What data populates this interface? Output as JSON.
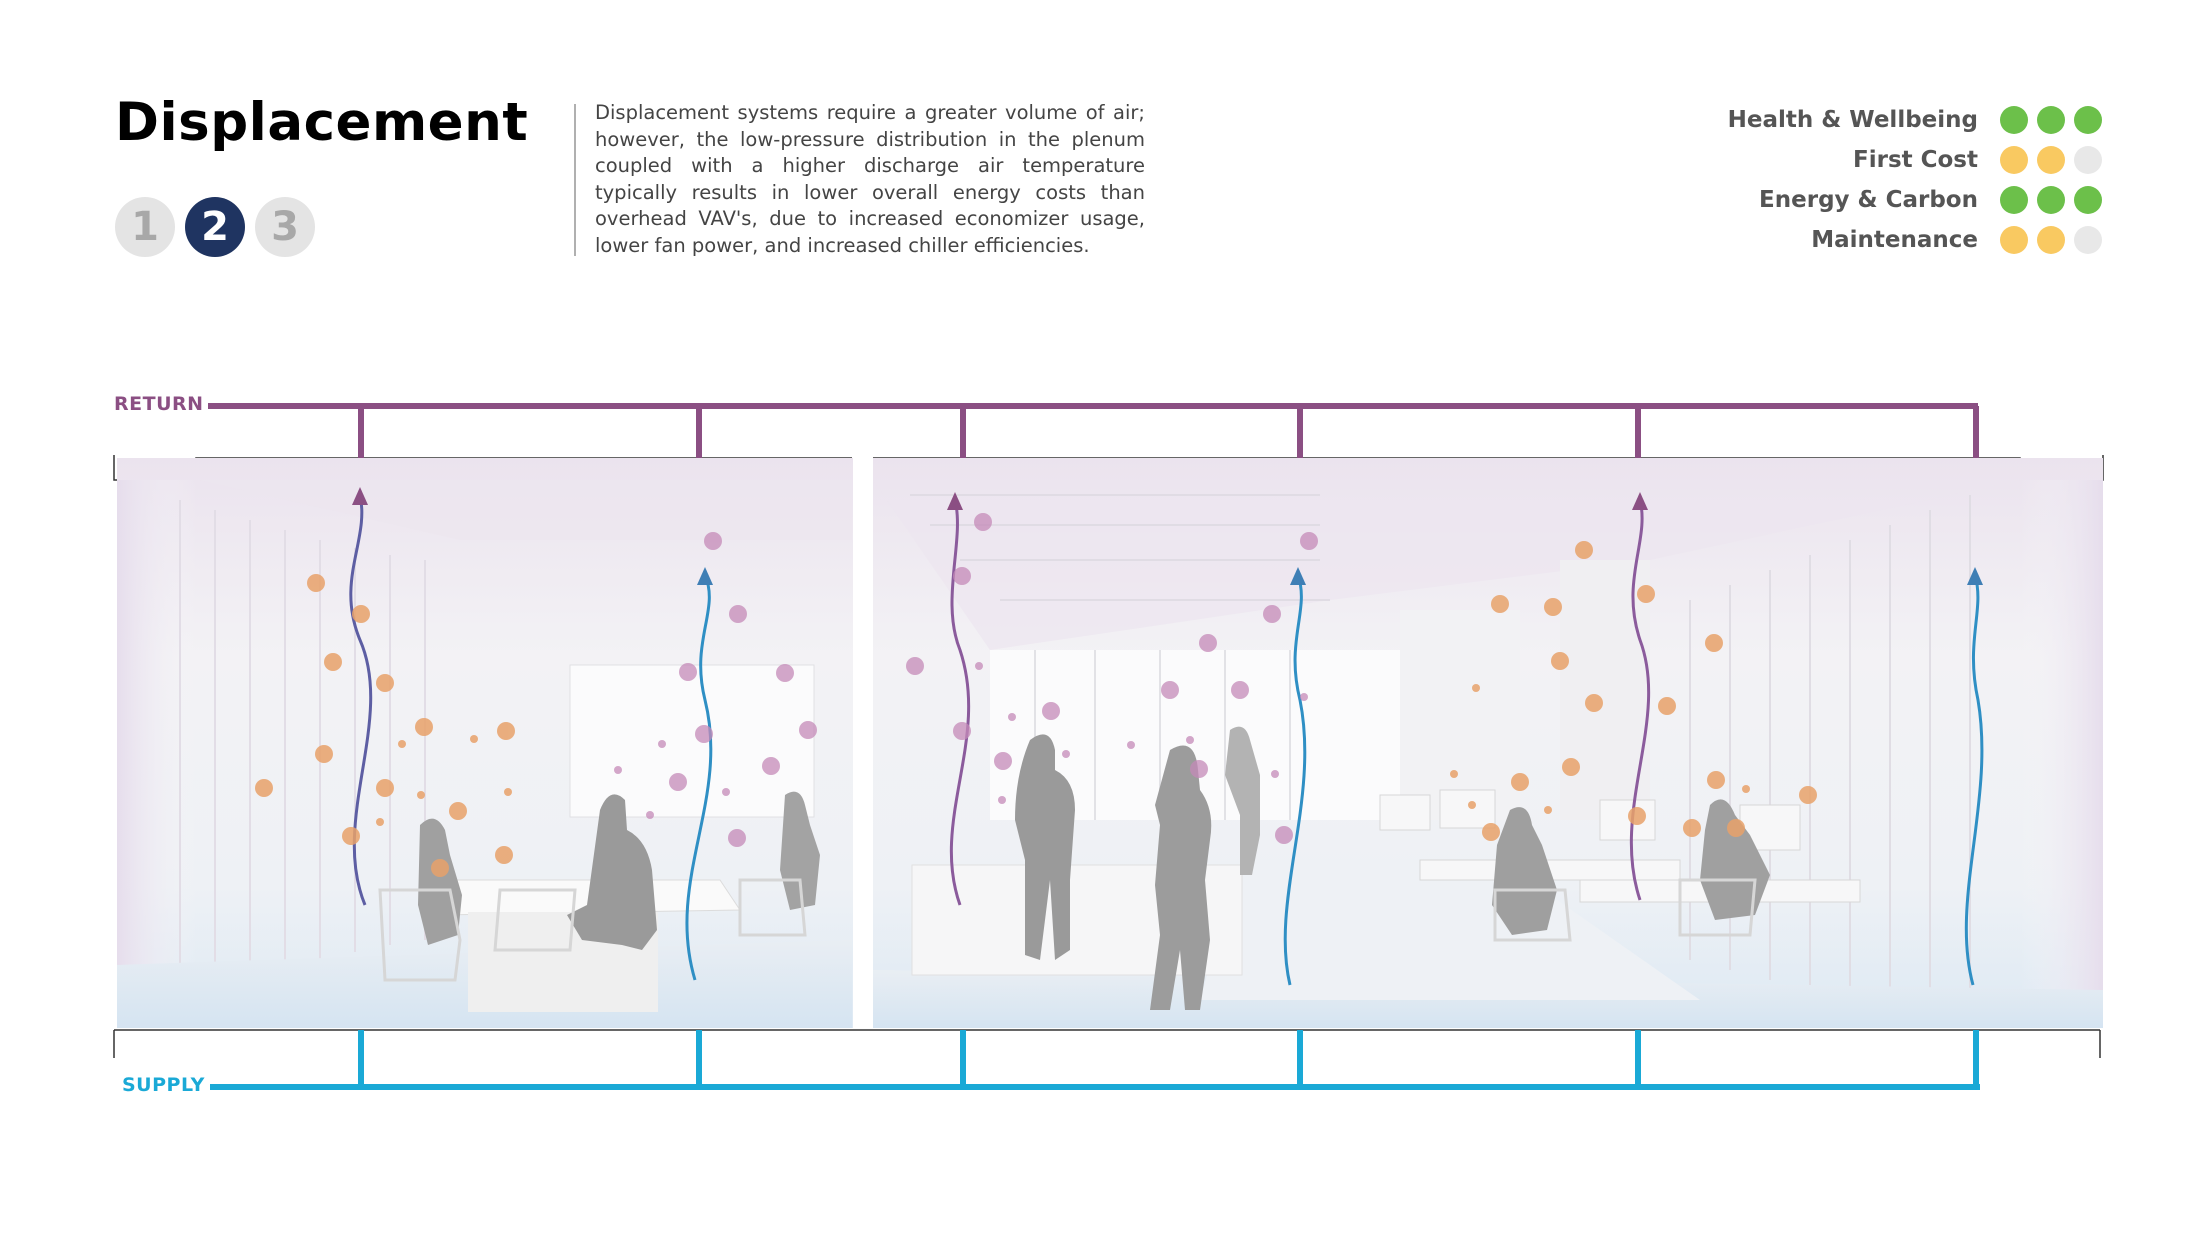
{
  "header": {
    "title": "Displacement",
    "steps": [
      {
        "label": "1",
        "active": false
      },
      {
        "label": "2",
        "active": true
      },
      {
        "label": "3",
        "active": false
      }
    ],
    "description": "Displacement systems require a greater volume of air; however, the low-pressure distribution in the plenum coupled with a higher discharge air temperature typically results in lower overall energy costs than overhead VAV's, due to increased economizer usage, lower fan power, and increased chiller efficiencies."
  },
  "ratings": [
    {
      "label": "Health & Wellbeing",
      "score": 3,
      "max": 3,
      "color": "#6cc04a"
    },
    {
      "label": "First Cost",
      "score": 2,
      "max": 3,
      "color": "#f9c961"
    },
    {
      "label": "Energy & Carbon",
      "score": 3,
      "max": 3,
      "color": "#6cc04a"
    },
    {
      "label": "Maintenance",
      "score": 2,
      "max": 3,
      "color": "#f9c961"
    }
  ],
  "colors": {
    "empty_dot": "#e8e8e8",
    "return_duct": "#8b4f83",
    "supply_duct": "#1aa9d6",
    "warm_particle": "#e8a26a",
    "exhaust_particle": "#c58ab8",
    "supply_arrow": "#3f7fb5"
  },
  "ducts": {
    "return_label": "RETURN",
    "supply_label": "SUPPLY"
  }
}
